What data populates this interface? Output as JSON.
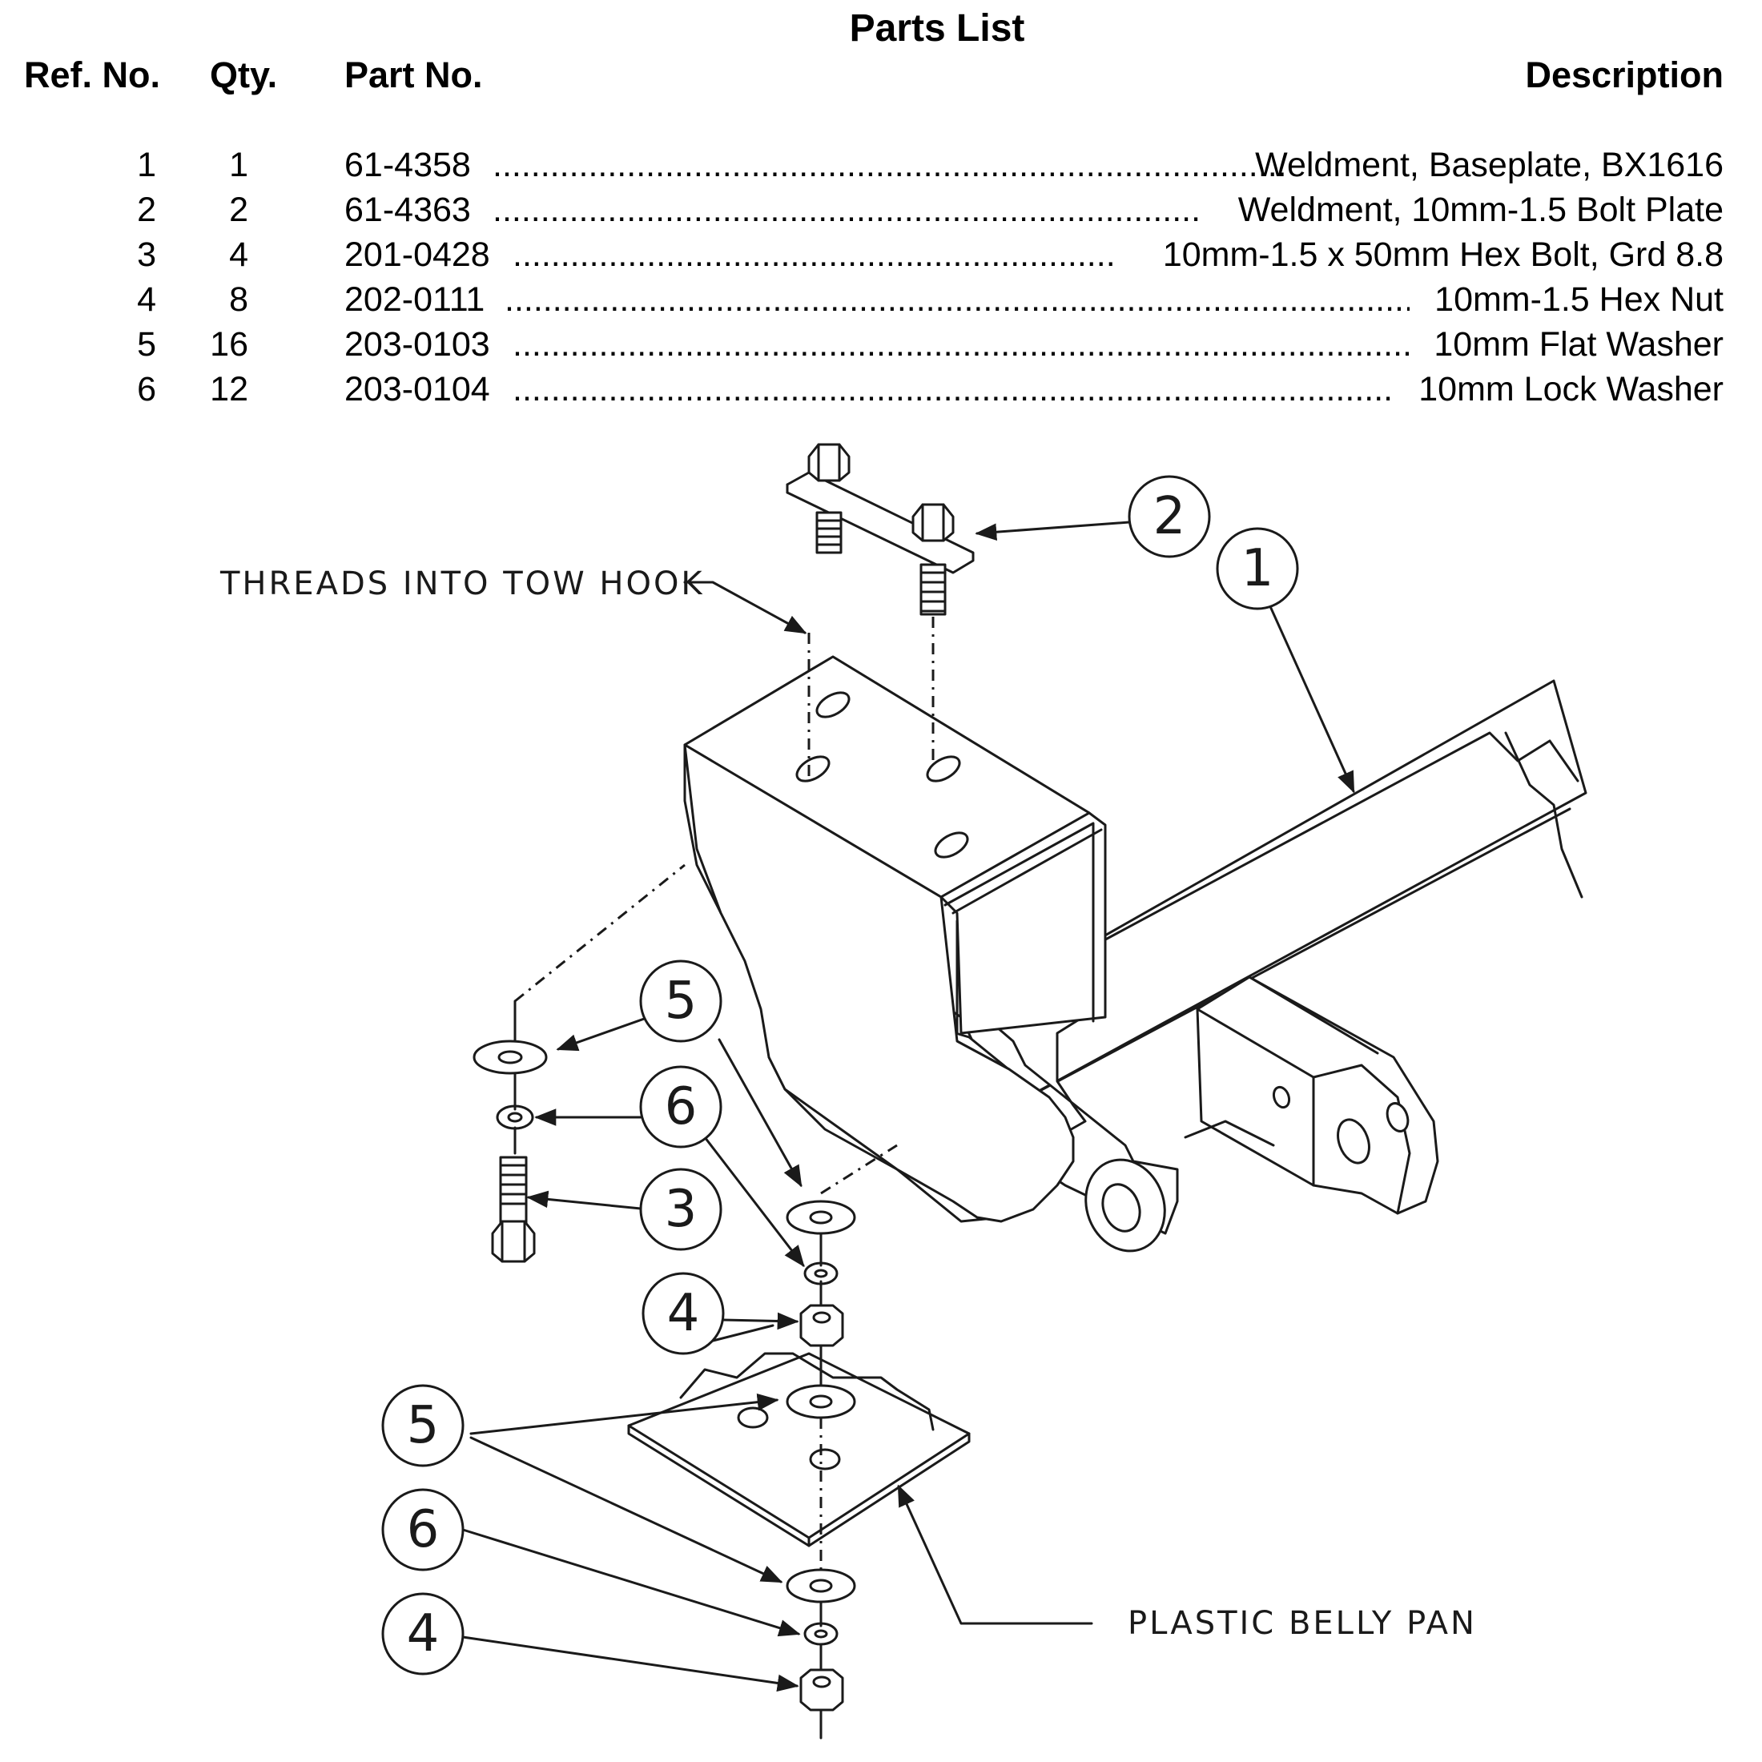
{
  "title": "Parts List",
  "headers": {
    "ref": "Ref. No.",
    "qty": "Qty.",
    "part": "Part No.",
    "desc": "Description"
  },
  "rows": [
    {
      "ref": "1",
      "qty": "1",
      "part": "61-4358",
      "desc": "Weldment, Baseplate, BX1616"
    },
    {
      "ref": "2",
      "qty": "2",
      "part": "61-4363",
      "desc": "Weldment, 10mm-1.5 Bolt Plate"
    },
    {
      "ref": "3",
      "qty": "4",
      "part": "201-0428",
      "desc": "10mm-1.5 x 50mm Hex Bolt, Grd 8.8"
    },
    {
      "ref": "4",
      "qty": "8",
      "part": "202-0111",
      "desc": "10mm-1.5 Hex Nut"
    },
    {
      "ref": "5",
      "qty": "16",
      "part": "203-0103",
      "desc": "10mm Flat Washer"
    },
    {
      "ref": "6",
      "qty": "12",
      "part": "203-0104",
      "desc": "10mm Lock Washer"
    }
  ],
  "diagram": {
    "notes": {
      "tow_hook": "THREADS INTO TOW HOOK",
      "belly_pan": "PLASTIC BELLY PAN"
    },
    "callouts": {
      "c2": "2",
      "c1": "1",
      "c5a": "5",
      "c6a": "6",
      "c3": "3",
      "c4a": "4",
      "c5b": "5",
      "c6b": "6",
      "c4b": "4"
    }
  }
}
